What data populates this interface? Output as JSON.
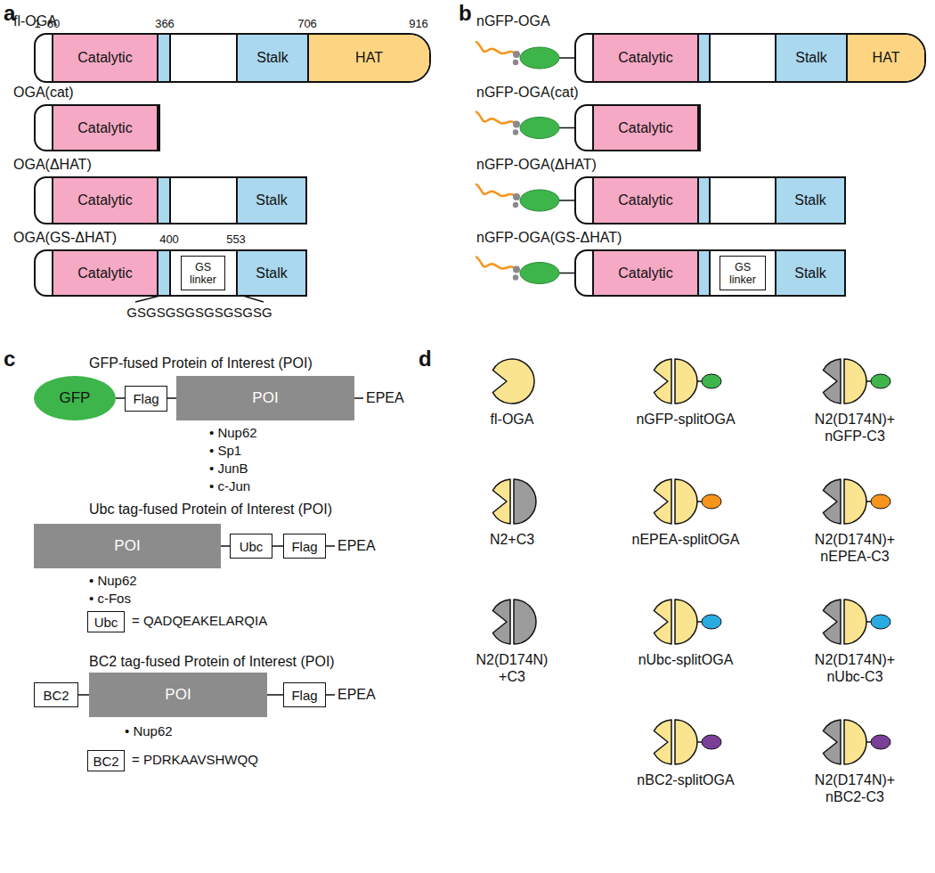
{
  "diagram": {
    "nodes": [
      {
        "text": [
          "fl-OGA"
        ]
      },
      {
        "text": [
          "Catalytic"
        ],
        "in": 0
      },
      {
        "text": [
          "Stalk"
        ],
        "in": 0
      },
      {
        "text": [
          "HAT"
        ],
        "in": 0
      },
      {
        "text": [
          "OGA(cat)"
        ]
      },
      {
        "text": [
          "Catalytic"
        ],
        "in": 4
      },
      {
        "text": [
          "OGA(ΔHAT)"
        ]
      },
      {
        "text": [
          "Catalytic"
        ],
        "in": 6
      },
      {
        "text": [
          "Stalk"
        ],
        "in": 6
      },
      {
        "text": [
          "OGA(GS-ΔHAT)"
        ]
      },
      {
        "text": [
          "Catalytic"
        ],
        "in": 9
      },
      {
        "text": [
          "GS linker"
        ],
        "in": 9
      },
      {
        "text": [
          "Stalk"
        ],
        "in": 9
      },
      {
        "text": [
          "nGFP-OGA"
        ]
      },
      {
        "text": [
          "Catalytic"
        ],
        "in": 13
      },
      {
        "text": [
          "Stalk"
        ],
        "in": 13
      },
      {
        "text": [
          "HAT"
        ],
        "in": 13
      },
      {
        "text": [
          "nGFP-OGA(cat)"
        ]
      },
      {
        "text": [
          "Catalytic"
        ],
        "in": 17
      },
      {
        "text": [
          "nGFP-OGA(ΔHAT)"
        ]
      },
      {
        "text": [
          "Catalytic"
        ],
        "in": 19
      },
      {
        "text": [
          "Stalk"
        ],
        "in": 19
      },
      {
        "text": [
          "nGFP-OGA(GS-ΔHAT)"
        ]
      },
      {
        "text": [
          "Catalytic"
        ],
        "in": 22
      },
      {
        "text": [
          "GS linker"
        ],
        "in": 22
      },
      {
        "text": [
          "Stalk"
        ],
        "in": 22
      },
      {
        "text": [
          "GFP"
        ]
      },
      {
        "text": [
          "Flag"
        ]
      },
      {
        "text": [
          "POI"
        ]
      },
      {
        "text": [
          "POI"
        ]
      },
      {
        "text": [
          "Ubc"
        ]
      },
      {
        "text": [
          "Flag"
        ]
      },
      {
        "text": [
          "Ubc"
        ]
      },
      {
        "text": [
          "BC2"
        ]
      },
      {
        "text": [
          "POI"
        ]
      },
      {
        "text": [
          "Flag"
        ]
      },
      {
        "text": [
          "BC2"
        ]
      }
    ],
    "labels": [
      "a",
      "1",
      "60",
      "366",
      "706",
      "916",
      "400",
      "553",
      "GSGSGSGSGSGSGSG",
      "b",
      "c",
      "GFP-fused Protein of Interest (POI)",
      "EPEA",
      "• Nup62",
      "• Sp1",
      "• JunB",
      "• c-Jun",
      "Ubc tag-fused Protein of Interest (POI)",
      "EPEA",
      "• Nup62",
      "• c-Fos",
      "= QADQEAKELARQIA",
      "BC2 tag-fused Protein of Interest (POI)",
      "EPEA",
      "• Nup62",
      "= PDRKAAVSHWQQ",
      "d",
      "fl-OGA",
      "nGFP-splitOGA",
      "N2(D174N)+ nGFP-C3",
      "N2+C3",
      "nEPEA-splitOGA",
      "N2(D174N)+ nEPEA-C3",
      "N2(D174N) +C3",
      "nUbc-splitOGA",
      "N2(D174N)+ nUbc-C3",
      "nBC2-splitOGA",
      "N2(D174N)+ nBC2-C3"
    ]
  }
}
